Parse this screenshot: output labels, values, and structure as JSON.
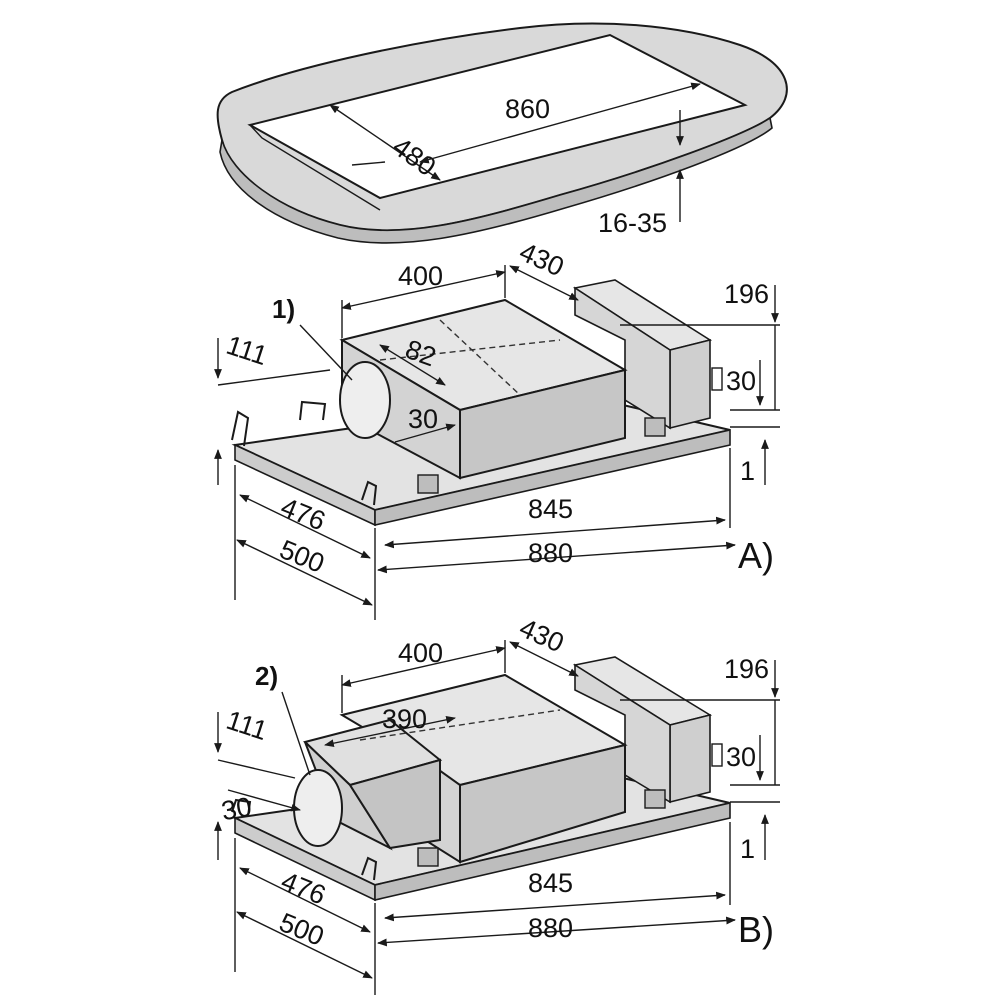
{
  "colors": {
    "line": "#1a1a1a",
    "panel_fill": "#d9d9d9",
    "top_face": "#e6e6e6",
    "side_face": "#cccccc",
    "background": "#ffffff"
  },
  "cutout": {
    "width_label": "860",
    "depth_label": "480",
    "thickness_label": "16-35"
  },
  "variant_a": {
    "tag": "A)",
    "callout": "1)",
    "box_width": "400",
    "duct_depth": "430",
    "height": "196",
    "left_offset": "111",
    "outlet_diameter": "82",
    "outlet_offset": "30",
    "side_clear": "30",
    "frame_height": "1",
    "inner_depth": "476",
    "outer_depth": "500",
    "inner_width": "845",
    "outer_width": "880"
  },
  "variant_b": {
    "tag": "B)",
    "callout": "2)",
    "box_width": "400",
    "duct_depth": "430",
    "height": "196",
    "left_offset": "111",
    "duct_length": "390",
    "front_offset": "30",
    "side_clear": "30",
    "frame_height": "1",
    "inner_depth": "476",
    "outer_depth": "500",
    "inner_width": "845",
    "outer_width": "880"
  }
}
